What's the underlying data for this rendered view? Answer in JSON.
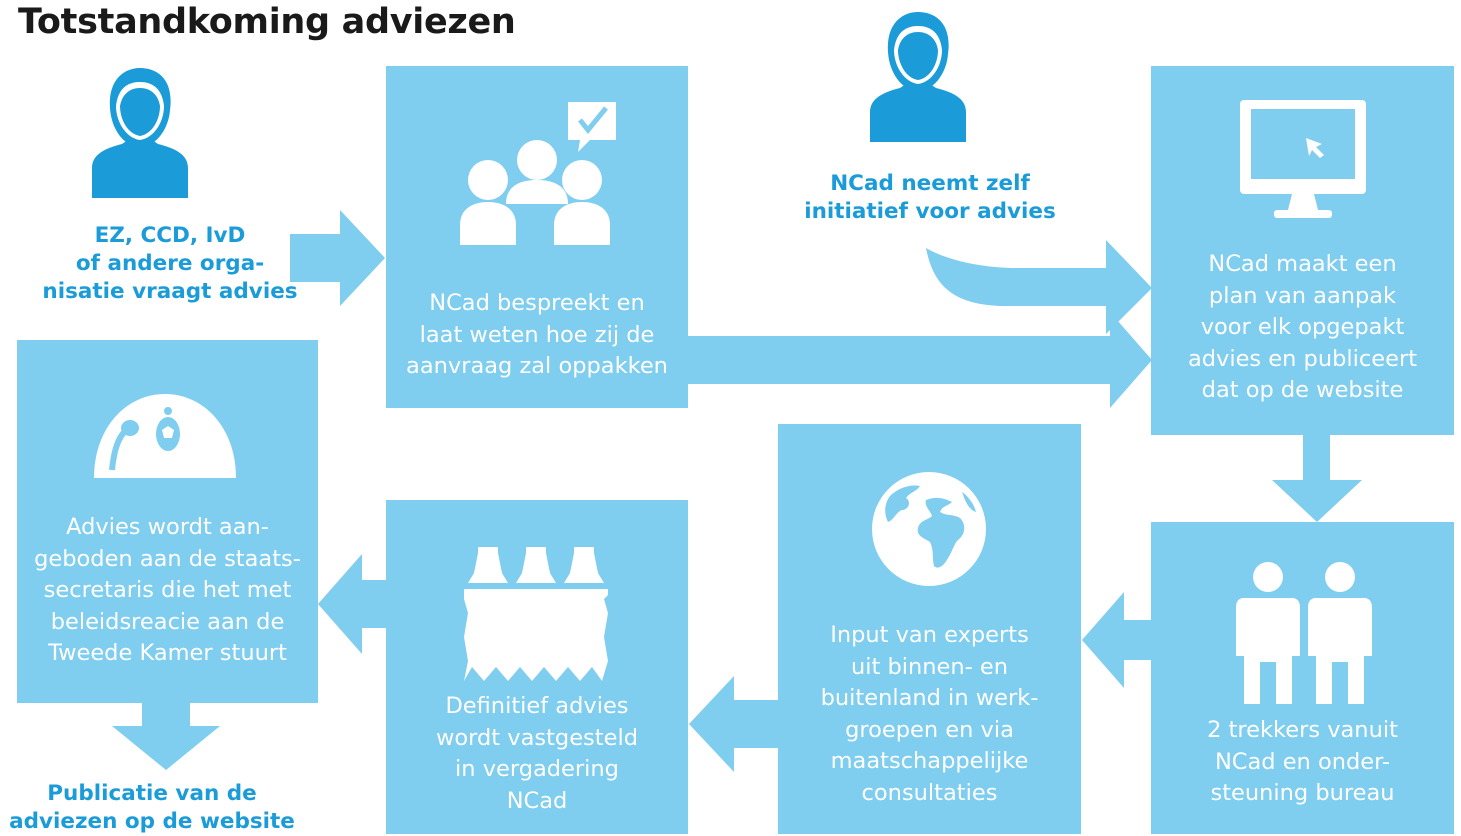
{
  "title": "Totstandkoming adviezen",
  "colors": {
    "box": "#7fcdef",
    "accent": "#1b9bd8",
    "title": "#1a1a1a",
    "text_on_box": "#ffffff"
  },
  "actors": {
    "requester": {
      "icon": "person-icon",
      "lines": [
        "EZ, CCD, IvD",
        "of andere orga-",
        "nisatie vraagt advies"
      ]
    },
    "ncad_initiative": {
      "icon": "person-icon",
      "lines": [
        "NCad neemt zelf",
        "initiatief voor advies"
      ]
    }
  },
  "steps": {
    "discuss": {
      "icon": "meeting-icon",
      "lines": [
        "NCad bespreekt en",
        "laat weten hoe zij de",
        "aanvraag zal oppakken"
      ]
    },
    "plan": {
      "icon": "monitor-icon",
      "lines": [
        "NCad maakt een",
        "plan van aanpak",
        "voor elk opgepakt",
        "advies en publiceert",
        "dat op de website"
      ]
    },
    "trekkers": {
      "icon": "two-people-icon",
      "lines": [
        "2 trekkers vanuit",
        "NCad en onder-",
        "steuning bureau"
      ]
    },
    "input": {
      "icon": "globe-icon",
      "lines": [
        "Input van experts",
        "uit binnen- en",
        "buitenland in werk-",
        "groepen en via",
        "maatschappelijke",
        "consultaties"
      ]
    },
    "definitief": {
      "icon": "panel-table-icon",
      "lines": [
        "Definitief advies",
        "wordt vastgesteld",
        "in vergadering",
        "NCad"
      ]
    },
    "aangeboden": {
      "icon": "parliament-seal-icon",
      "lines": [
        "Advies wordt aan-",
        "geboden aan de staats-",
        "secretaris die het met",
        "beleidsreacie aan de",
        "Tweede Kamer stuurt"
      ]
    }
  },
  "publication": {
    "lines": [
      "Publicatie van de",
      "adviezen op de website"
    ]
  }
}
